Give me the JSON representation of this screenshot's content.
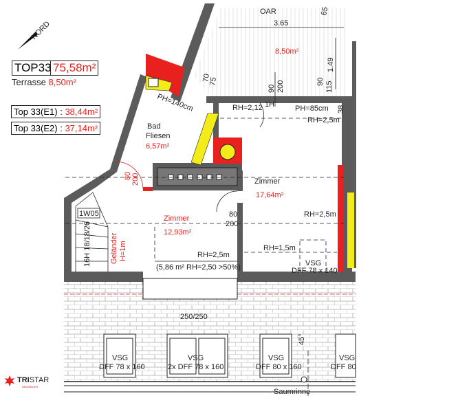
{
  "legend": {
    "north_label": "NORD",
    "unit_name": "TOP33",
    "unit_area": "75,58m²",
    "terrace_label": "Terrasse",
    "terrace_area": "8,50m²",
    "e1_label": "Top 33(E1) :",
    "e1_area": "38,44m²",
    "e2_label": "Top 33(E2) :",
    "e2_area": "37,14m²"
  },
  "plan": {
    "terrace": {
      "area": "8,50m²",
      "width": "3.65",
      "depth": "1.49",
      "oar": "OAR",
      "dim_65": "65",
      "dim_90a": "90",
      "dim_200a": "200",
      "dim_90b": "90",
      "dim_115": "115",
      "dim_70": "70",
      "dim_75": "75"
    },
    "labels": {
      "ph140": "PH=140cm",
      "rh212": "RH=2,12",
      "h1": "1H",
      "ph85": "PH=85cm",
      "dim38": "38",
      "rh25_top": "RH=2,5m"
    },
    "bath": {
      "name": "Bad",
      "sub": "Fliesen",
      "area": "6,57m²",
      "door_w": "80",
      "door_h": "200"
    },
    "room1": {
      "name": "Zimmer",
      "area": "17,64m²",
      "rh": "RH=2,5m",
      "rh15": "RH=1,5m"
    },
    "room2": {
      "name": "Zimmer",
      "area": "12,93m²",
      "rh": "RH=2,5m",
      "note": "(5,86 m² RH=2,50 >50%)",
      "door_w": "80",
      "door_h": "200"
    },
    "stair": {
      "code": "1W05",
      "steps": "16H 18/18/26",
      "railing": "Geländer",
      "railing_h": "H=1m"
    },
    "dormer": {
      "label1": "VSG",
      "label2": "DFF 78 x 140"
    },
    "roof": {
      "opening": "250/250",
      "angle": "45°",
      "gutter": "Saumrinne",
      "windows": [
        {
          "l1": "VSG",
          "l2": "DFF 78 x 160"
        },
        {
          "l1": "VSG",
          "l2": "2x DFF 78 x 160"
        },
        {
          "l1": "VSG",
          "l2": "DFF 80 x 160"
        },
        {
          "l1": "VSG",
          "l2": "DFF 80"
        }
      ]
    }
  },
  "brand": {
    "name_a": "TRI",
    "name_b": "STAR",
    "sub": "IMMOBILIEN"
  },
  "colors": {
    "wall": "#5b5b5b",
    "red": "#e8201e",
    "yellow": "#f2ec1a"
  }
}
